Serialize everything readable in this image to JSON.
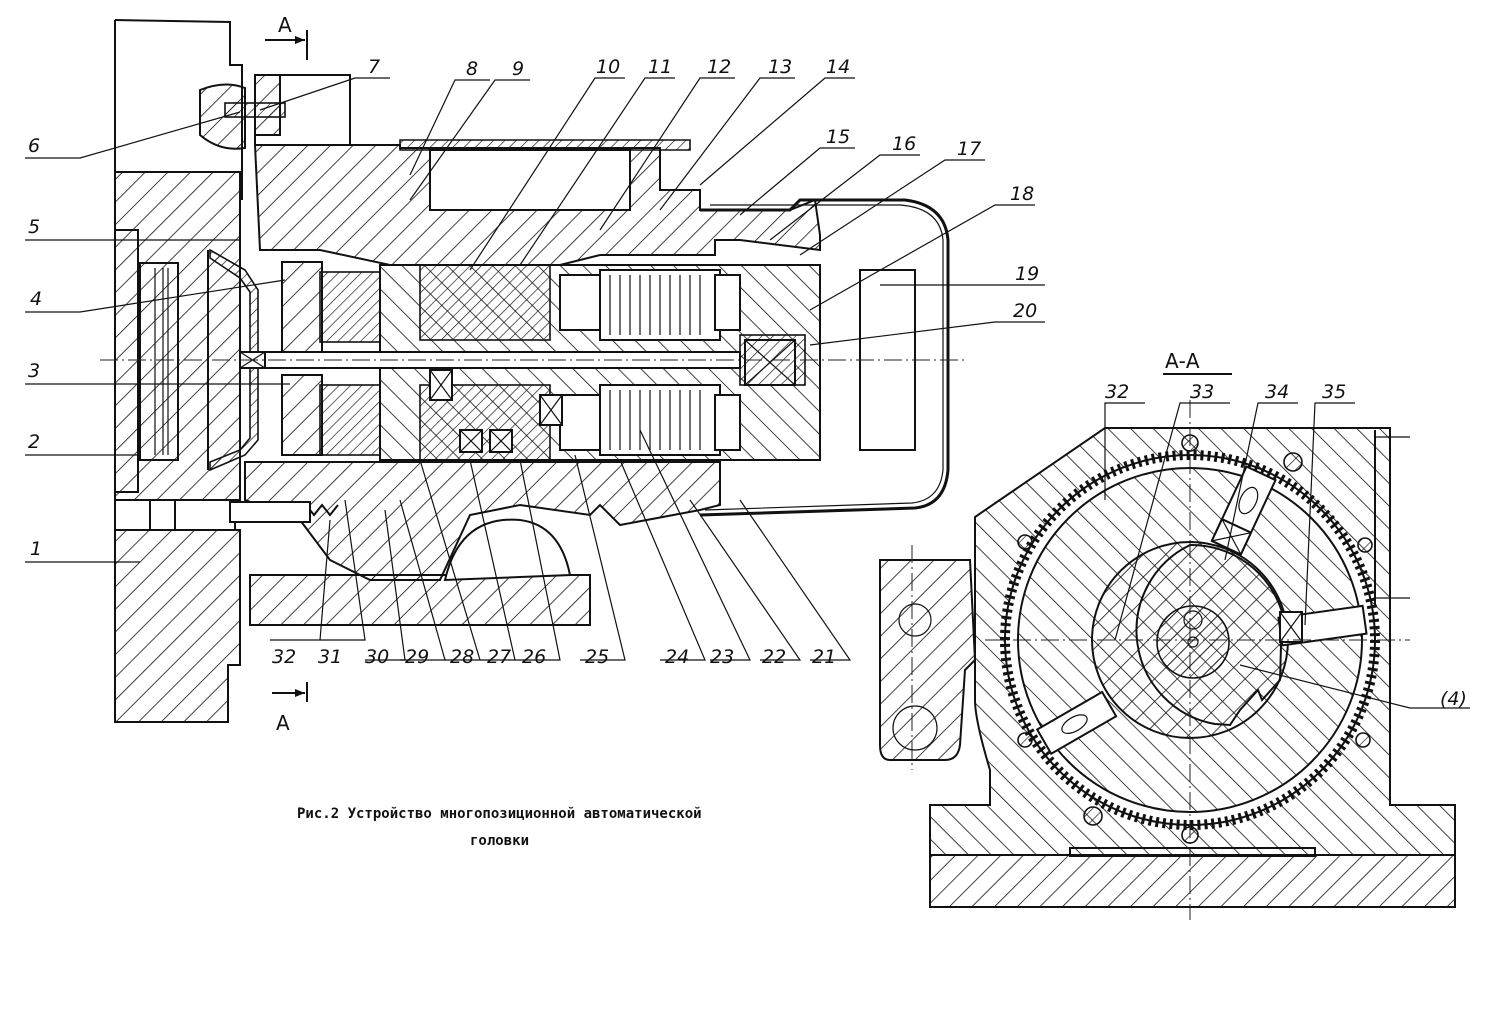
{
  "caption": {
    "line1": "Рис.2 Устройство многопозиционной автоматической",
    "line2": "головки"
  },
  "section_marks": {
    "top": "A",
    "bottom": "A",
    "section_title": "А-А"
  },
  "main_view": {
    "left_labels": [
      "6",
      "5",
      "4",
      "3",
      "2",
      "1"
    ],
    "top_labels": [
      "7",
      "8",
      "9",
      "10",
      "11",
      "12",
      "13",
      "14",
      "15",
      "16",
      "17",
      "18"
    ],
    "right_labels": [
      "19",
      "20"
    ],
    "bottom_labels": [
      "32",
      "31",
      "30",
      "29",
      "28",
      "27",
      "26",
      "25",
      "24",
      "23",
      "22",
      "21"
    ]
  },
  "section_view": {
    "top_labels": [
      "32",
      "33",
      "34",
      "35"
    ],
    "side_label": "(4)"
  },
  "colors": {
    "ink": "#111111",
    "paper": "#ffffff"
  }
}
